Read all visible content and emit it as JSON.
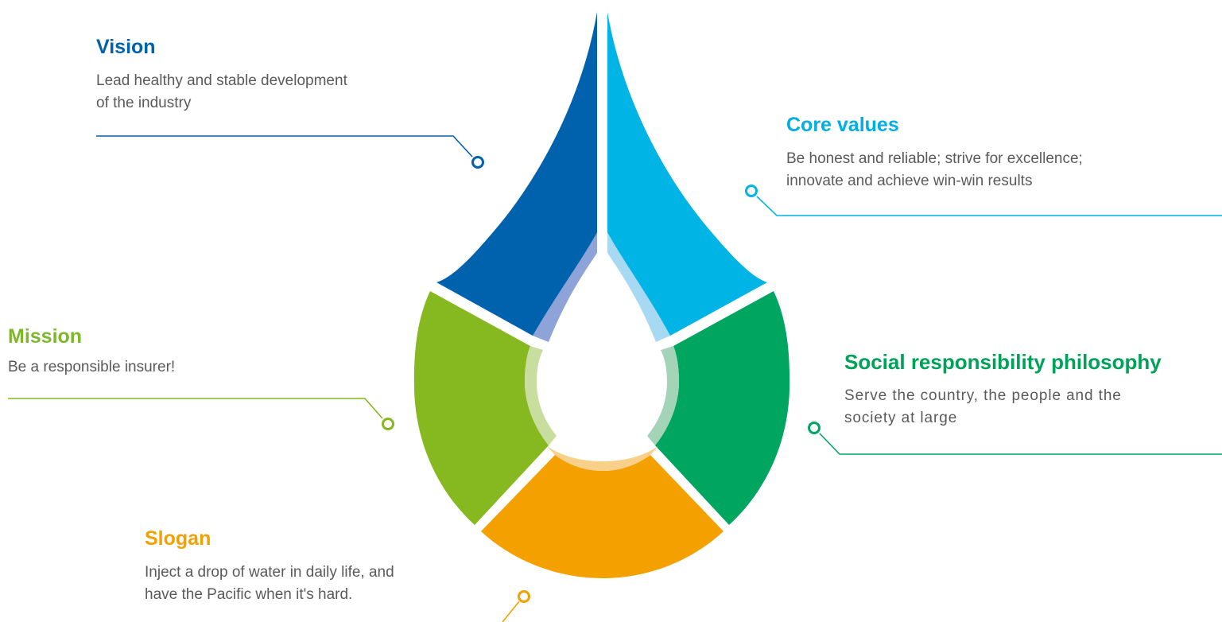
{
  "colors": {
    "vision": "#0061ad",
    "core_values": "#00b4e6",
    "mission": "#86b81f",
    "social": "#00a65f",
    "slogan": "#f4a100",
    "vision_inner": "#8ea3d8",
    "core_inner": "#a8d9f3",
    "mission_inner": "#c8de9e",
    "social_inner": "#a3d4b8",
    "slogan_inner": "#f8d08a"
  },
  "items": {
    "vision": {
      "title": "Vision",
      "desc_line1": "Lead healthy and stable development",
      "desc_line2": "of the industry"
    },
    "core_values": {
      "title": "Core values",
      "desc_line1": "Be honest and reliable; strive for excellence;",
      "desc_line2": "innovate and achieve win-win results"
    },
    "mission": {
      "title": "Mission",
      "desc_line1": "Be a responsible insurer!"
    },
    "social": {
      "title": "Social responsibility philosophy",
      "desc_line1": "Serve the country, the people and the",
      "desc_line2": "society at large"
    },
    "slogan": {
      "title": "Slogan",
      "desc_line1": "Inject a drop of water in daily life, and",
      "desc_line2": "have the Pacific when it's hard."
    }
  }
}
